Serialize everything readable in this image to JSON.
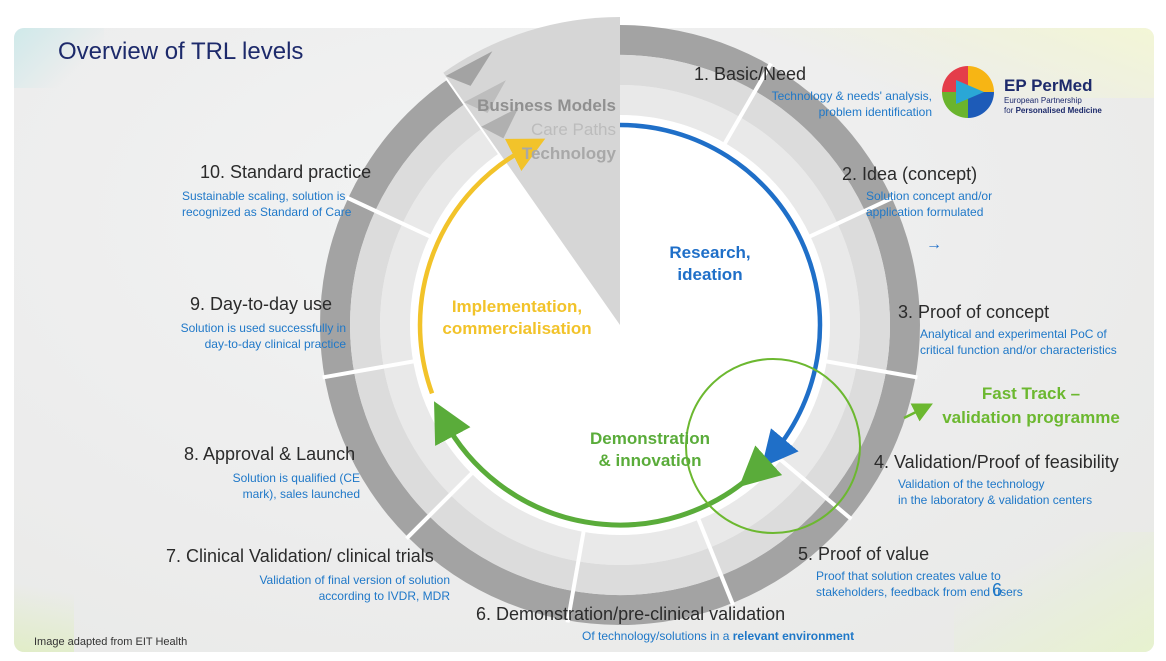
{
  "slide_title": "Overview of TRL levels",
  "logo": {
    "name": "EP PerMed",
    "sub1": "European Partnership",
    "sub2_prefix": "for ",
    "sub2_bold": "Personalised Medicine"
  },
  "layers": [
    "Business Models",
    "Care Paths",
    "Technology"
  ],
  "phases": {
    "research": "Research,\nideation",
    "demonstration": "Demonstration\n& innovation",
    "implementation": "Implementation,\ncommercialisation"
  },
  "fast_track": "Fast Track –\nvalidation programme",
  "levels": [
    {
      "title": "1. Basic/Need",
      "desc": "Technology & needs' analysis,\nproblem identification"
    },
    {
      "title": "2. Idea (concept)",
      "desc": "Solution concept and/or\napplication formulated"
    },
    {
      "title": "3. Proof of concept",
      "desc": "Analytical and experimental PoC of\ncritical function and/or characteristics"
    },
    {
      "title": "4. Validation/Proof of feasibility",
      "desc": "Validation of the technology\nin the laboratory & validation centers"
    },
    {
      "title": "5. Proof of value",
      "desc": "Proof that solution creates value to\nstakeholders, feedback from end users"
    },
    {
      "title": "6. Demonstration/pre-clinical validation",
      "desc": "Of technology/solutions in a ",
      "desc_bold": "relevant environment"
    },
    {
      "title": "7. Clinical Validation/ clinical trials",
      "desc": "Validation of final version of solution\naccording to IVDR, MDR"
    },
    {
      "title": "8. Approval & Launch",
      "desc": "Solution is qualified (CE\nmark), sales launched"
    },
    {
      "title": "9. Day-to-day use",
      "desc": "Solution is used successfully in\nday-to-day clinical practice"
    },
    {
      "title": "10. Standard practice",
      "desc": "Sustainable scaling, solution is\nrecognized as Standard of Care"
    }
  ],
  "arrow_glyph": "→",
  "page_number": "6",
  "footer": "Image adapted from EIT Health",
  "colors": {
    "research": "#1f6fc8",
    "demonstration": "#5aac3a",
    "implementation": "#f2c32a",
    "fast_track": "#6cb830",
    "ring_outer": "#a3a3a3"
  }
}
